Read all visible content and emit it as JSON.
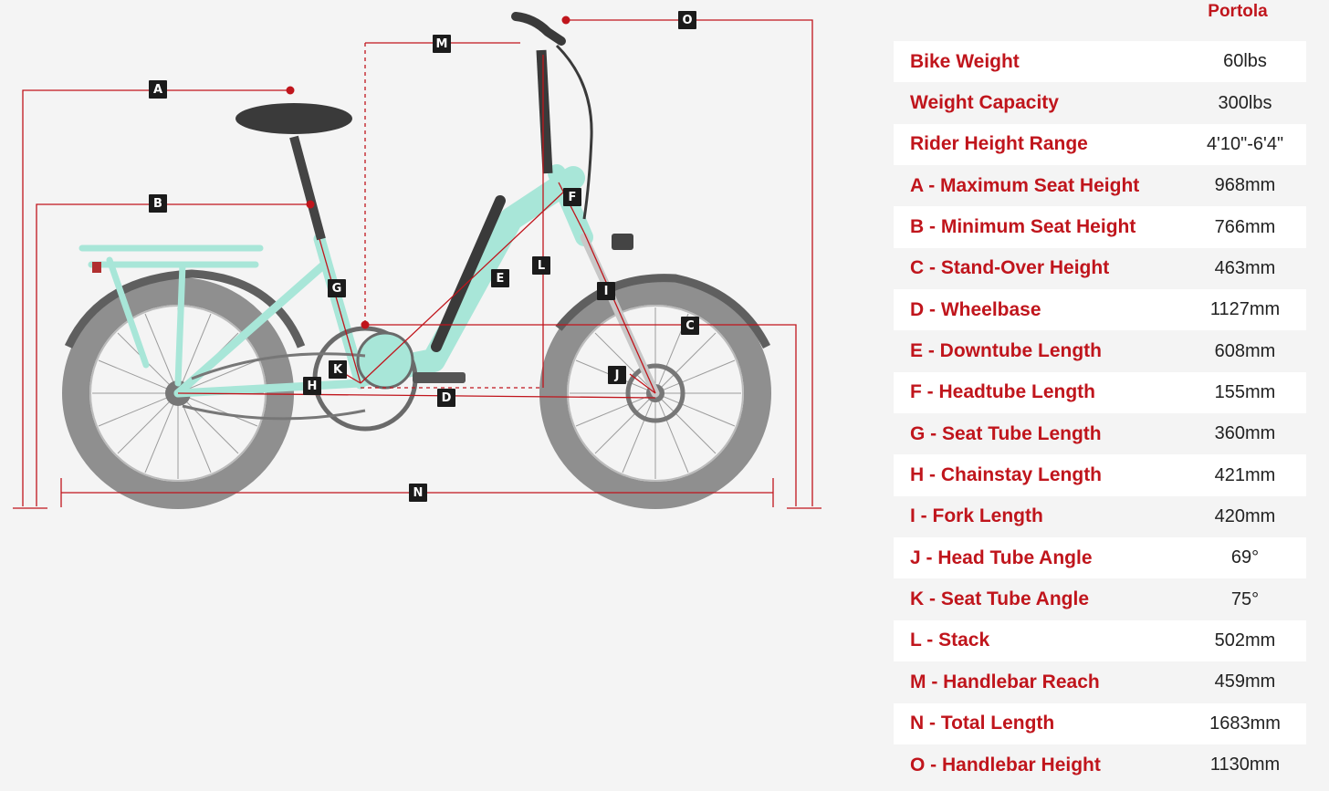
{
  "column_header": "Portola",
  "colors": {
    "accent": "#c0151c",
    "frame": "#a8e6d8",
    "tire": "#9a9a9a",
    "label_bg": "#1b1b1b"
  },
  "diagram_labels": [
    "A",
    "B",
    "C",
    "D",
    "E",
    "F",
    "G",
    "H",
    "I",
    "J",
    "K",
    "L",
    "M",
    "N",
    "O"
  ],
  "specs": [
    {
      "name": "Bike Weight",
      "value": "60lbs"
    },
    {
      "name": "Weight Capacity",
      "value": "300lbs"
    },
    {
      "name": "Rider Height Range",
      "value": "4'10\"-6'4\""
    },
    {
      "name": "A - Maximum Seat Height",
      "value": "968mm"
    },
    {
      "name": "B - Minimum Seat Height",
      "value": "766mm"
    },
    {
      "name": "C - Stand-Over Height",
      "value": "463mm"
    },
    {
      "name": "D - Wheelbase",
      "value": "1127mm"
    },
    {
      "name": "E - Downtube Length",
      "value": "608mm"
    },
    {
      "name": "F - Headtube Length",
      "value": "155mm"
    },
    {
      "name": "G - Seat Tube Length",
      "value": "360mm"
    },
    {
      "name": "H - Chainstay Length",
      "value": "421mm"
    },
    {
      "name": "I - Fork Length",
      "value": "420mm"
    },
    {
      "name": "J - Head Tube Angle",
      "value": "69°"
    },
    {
      "name": "K - Seat Tube Angle",
      "value": "75°"
    },
    {
      "name": "L - Stack",
      "value": "502mm"
    },
    {
      "name": "M - Handlebar Reach",
      "value": "459mm"
    },
    {
      "name": "N - Total Length",
      "value": "1683mm"
    },
    {
      "name": "O - Handlebar Height",
      "value": "1130mm"
    }
  ]
}
